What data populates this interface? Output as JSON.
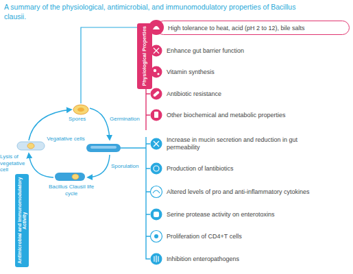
{
  "diagram": {
    "title": "A summary of the physiological, antimicrobial, and immunomodulatory properties of Bacillus clausii.",
    "nodes": [
      {
        "text": [
          "Physiological Properties"
        ]
      },
      {
        "text": [
          "High tolerance to heat, acid (pH 2 to 12), bile salts"
        ]
      },
      {
        "text": [
          "Antimicrobial and Immunomodulatory Activity"
        ]
      }
    ],
    "labels": [
      "Spores",
      "Germination",
      "Vegatative cells",
      "Lysis of vegetative cell",
      "Sporulation",
      "Bacillus Clausil life cycle",
      "Enhance gut barrier function",
      "Vitamin synthesis",
      "Antibiotic resistance",
      "Other biochemical and metabolic properties",
      "Increase in mucin secretion and reduction in gut permeability",
      "Production of lantibiotics",
      "Altered levels of pro and anti-inflammatory cytokines",
      "Serine protease activity on enterotoxins",
      "Proliferation of CD4+T cells",
      "Inhibition enteropathogens"
    ]
  }
}
